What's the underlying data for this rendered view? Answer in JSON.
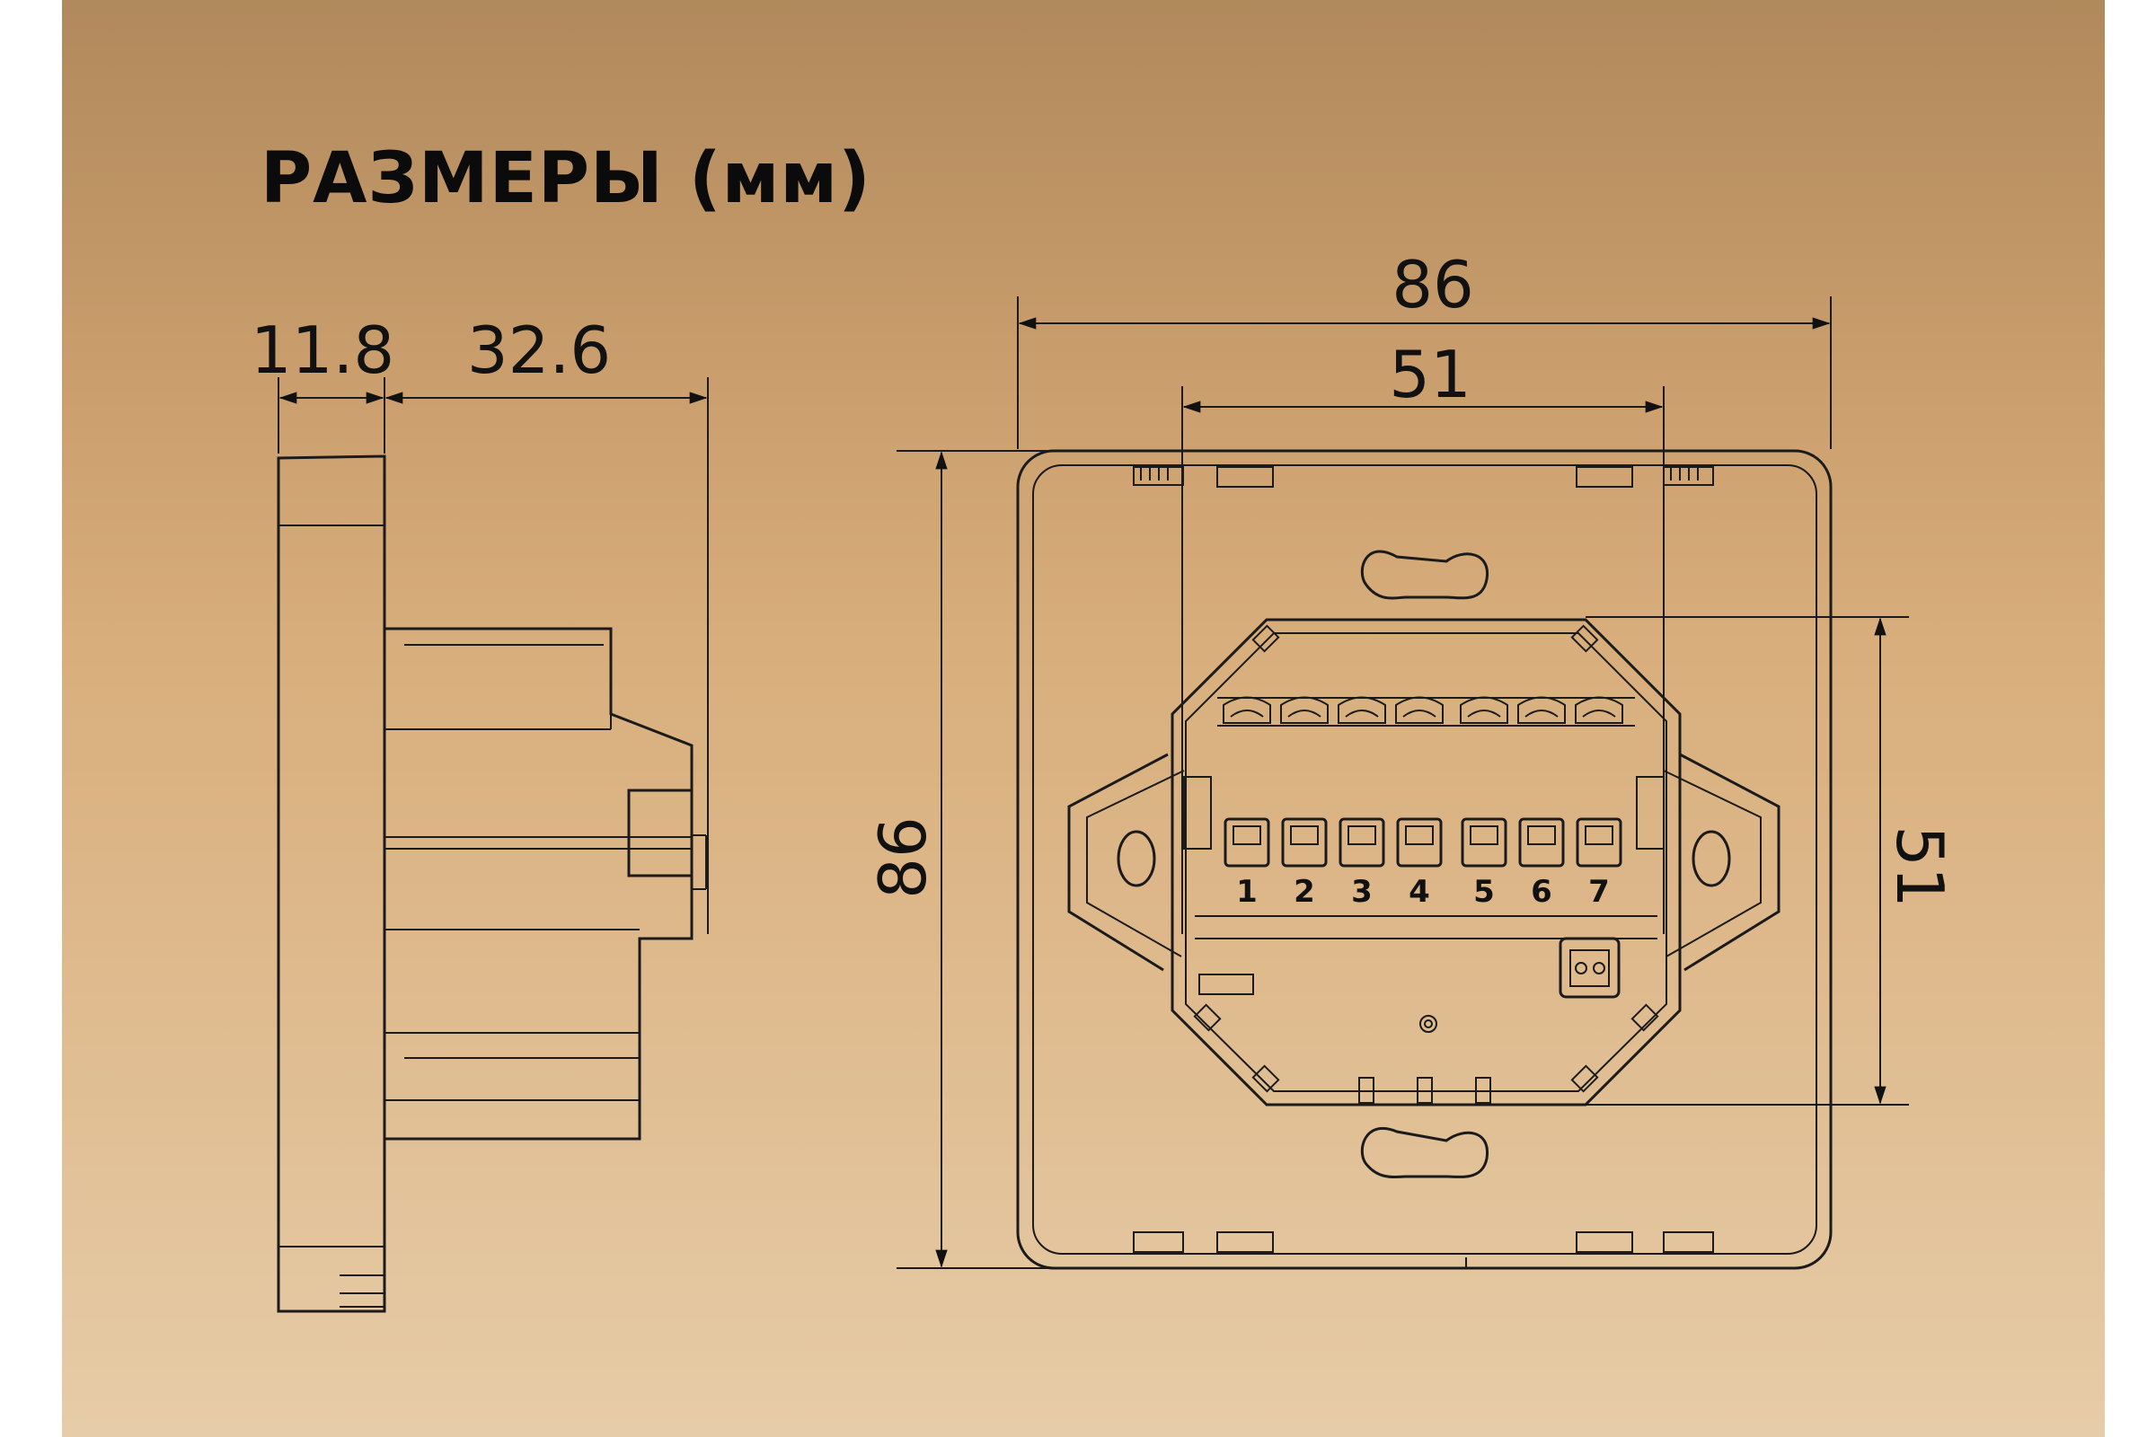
{
  "title": "РАЗМЕРЫ (мм)",
  "side_view": {
    "dim_front": "11.8",
    "dim_depth": "32.6"
  },
  "front_view": {
    "width": "86",
    "height": "86",
    "inner_width": "51",
    "inner_height": "51",
    "terminals": [
      "1",
      "2",
      "3",
      "4",
      "5",
      "6",
      "7"
    ]
  }
}
